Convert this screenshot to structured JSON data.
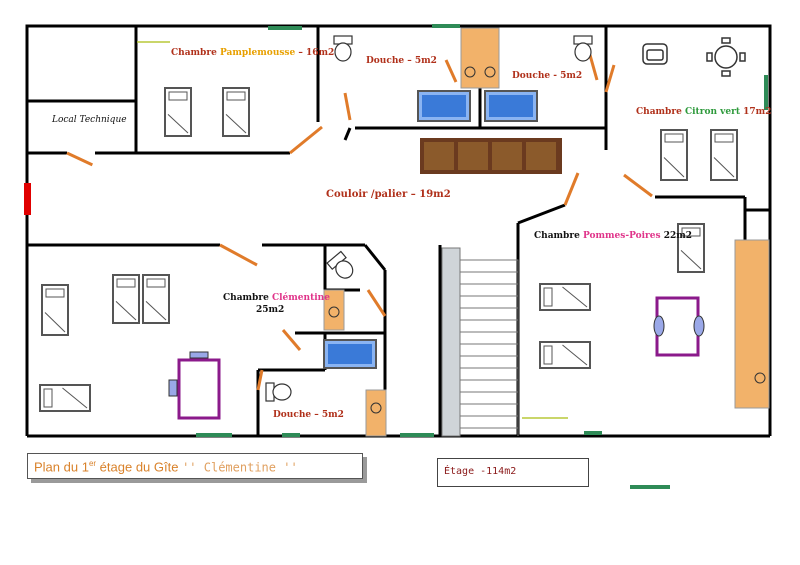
{
  "rooms": {
    "pamplemousse": {
      "prefix": "Chambre ",
      "name": "Pamplemousse",
      "area": " – 16m2"
    },
    "local_technique": {
      "name": "Local Technique"
    },
    "douche_1": {
      "name": "Douche – 5m2"
    },
    "douche_2": {
      "name": "Douche - 5m2"
    },
    "citron_vert": {
      "prefix": "Chambre ",
      "name": "Citron vert",
      "area": "  17m2"
    },
    "couloir": {
      "name": "Couloir /palier – 19m2"
    },
    "pommes_poires": {
      "prefix": "Chambre ",
      "name": "Pommes-Poires",
      "area": "  22m2"
    },
    "clementine": {
      "prefix": "Chambre ",
      "name": "Clémentine",
      "area": "25m2"
    },
    "douche_3": {
      "name": "Douche – 5m2"
    }
  },
  "title": {
    "prefix": "Plan du 1",
    "sup": "er",
    "middle": " étage du Gîte ",
    "name": "'' Clémentine ''"
  },
  "total_area": "Étage -114m2",
  "colors": {
    "wall": "#000000",
    "door": "#e07b2a",
    "window": "#2e8b57",
    "red_door": "#e00000",
    "pink_text": "#e0348a",
    "desk": "#8b1a8b",
    "bathtub": "#3a7ad8",
    "counter": "#f2b26a"
  }
}
